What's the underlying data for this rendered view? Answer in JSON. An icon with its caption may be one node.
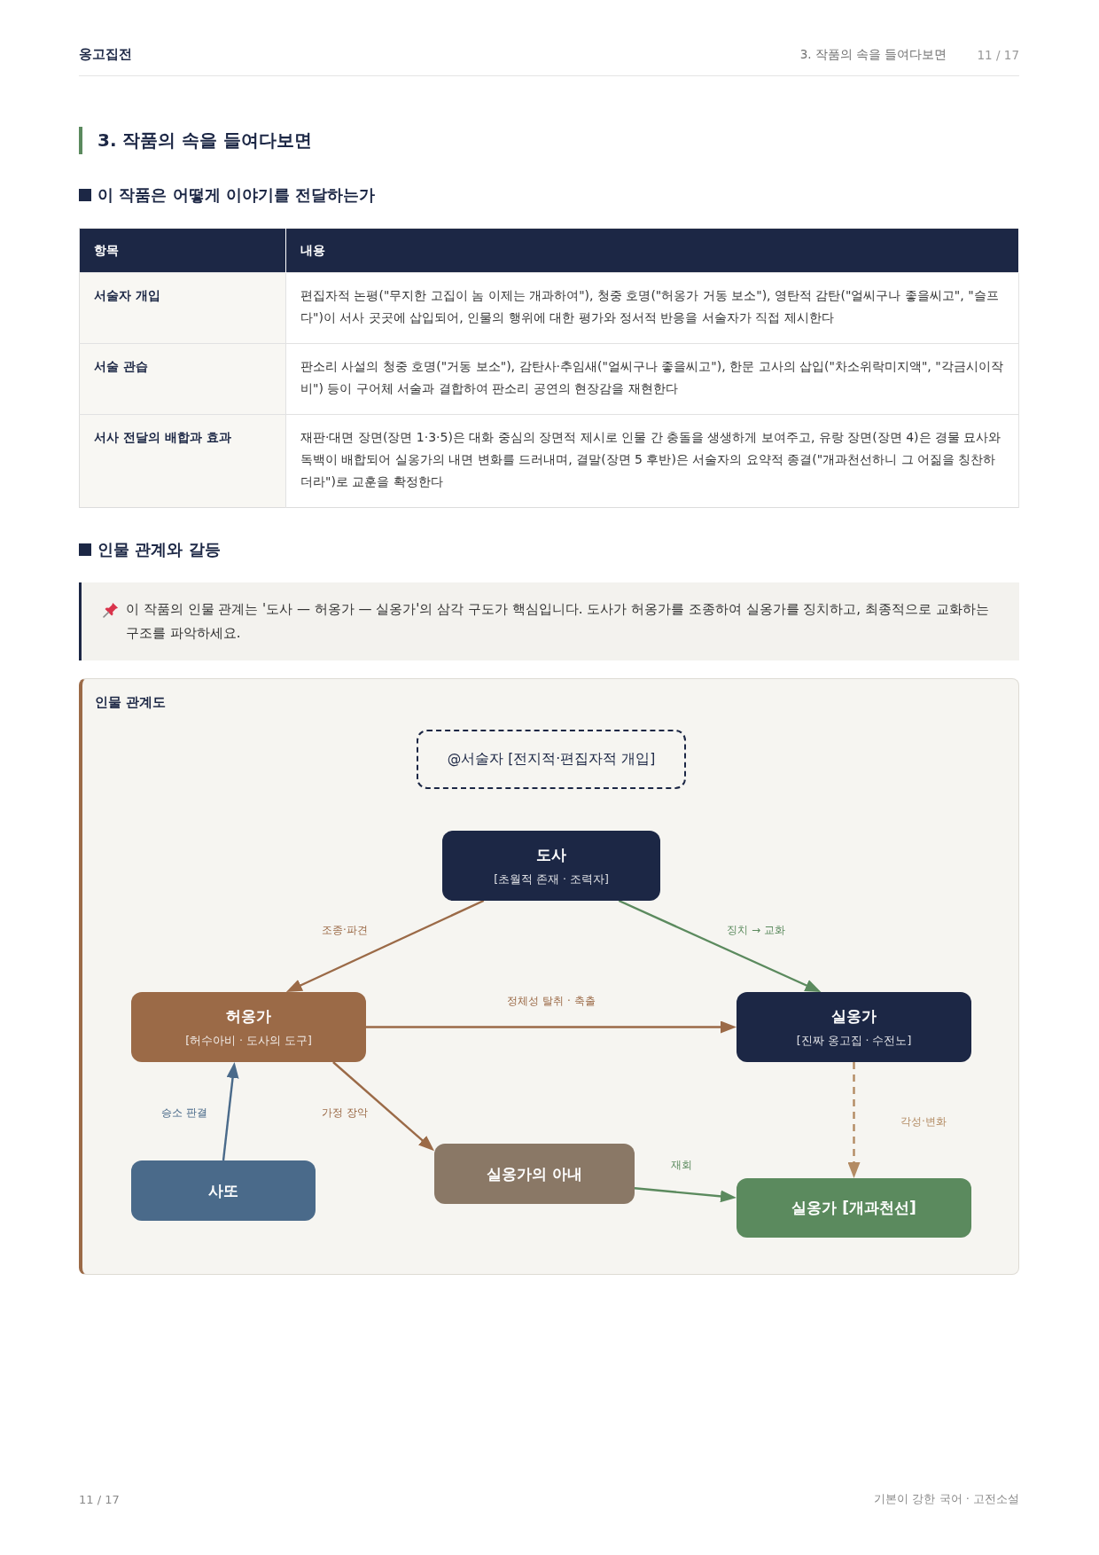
{
  "diagram": {
    "title": "3. 작품의 속을 들여다보면",
    "nodes": [
      {
        "text": [
          "인물 관계도"
        ]
      },
      {
        "text": [
          "@서술자 [전지적·편집자적 개입]"
        ],
        "in": 0
      },
      {
        "text": [
          "도사",
          "[초월적 존재 · 조력자]"
        ],
        "in": 0
      },
      {
        "text": [
          "허옹가",
          "[허수아비 · 도사의 도구]"
        ],
        "in": 0
      },
      {
        "text": [
          "실옹가",
          "[진짜 옹고집 · 수전노]"
        ],
        "in": 0
      },
      {
        "text": [
          "사또"
        ],
        "in": 0
      },
      {
        "text": [
          "실옹가의 아내"
        ],
        "in": 0
      },
      {
        "text": [
          "실옹가 [개과천선]"
        ],
        "in": 0
      }
    ],
    "edges": [
      {
        "from": 2,
        "to": 3,
        "arrow": "to",
        "label": "조종·파견"
      },
      {
        "from": 2,
        "to": 4,
        "arrow": "to",
        "label": "징치 → 교화",
        "color": "#5b8a5e"
      },
      {
        "from": 3,
        "to": 4,
        "arrow": "to",
        "label": "정체성 탈취 · 축출"
      },
      {
        "from": 5,
        "to": 3,
        "arrow": "to",
        "label": "승소 판결",
        "color": "#4a6a8a"
      },
      {
        "from": 3,
        "to": 6,
        "arrow": "to",
        "label": "가정 장악"
      },
      {
        "from": 6,
        "to": 7,
        "arrow": "to",
        "label": "재회",
        "color": "#5b8a5e"
      },
      {
        "from": 4,
        "to": 7,
        "arrow": "to",
        "label": "각성·변화",
        "style": "dashed",
        "color": "#b38b63"
      }
    ],
    "labels": [
      "옹고집전",
      "3. 작품의 속을 들여다보면",
      "11 / 17",
      "이 작품은 어떻게 이야기를 전달하는가",
      "항목",
      "내용",
      "서술자 개입",
      "편집자적 논평(\"무지한 고집이 놈 이제는 개과하여\"), 청중 호명(\"허옹가 거동 보소\"), 영탄적 감탄(\"얼씨구나 좋을씨고\", \"슬프다\")이 서사 곳곳에 삽입되어, 인물의 행위에 대한 평가와 정서적 반응을 서술자가 직접 제시한다",
      "서술 관습",
      "판소리 사설의 청중 호명(\"거동 보소\"), 감탄사·추임새(\"얼씨구나 좋을씨고\"), 한문 고사의 삽입(\"차소위락미지액\", \"각금시이작비\") 등이 구어체 서술과 결합하여 판소리 공연의 현장감을 재현한다",
      "서사 전달의 배합과 효과",
      "재판·대면 장면(장면 1·3·5)은 대화 중심의 장면적 제시로 인물 간 충돌을 생생하게 보여주고, 유랑 장면(장면 4)은 경물 묘사와 독백이 배합되어 실옹가의 내면 변화를 드러내며, 결말(장면 5 후반)은 서술자의 요약적 종결(\"개과천선하니 그 어짊을 칭찬하더라\")로 교훈을 확정한다",
      "인물 관계와 갈등",
      "이 작품의 인물 관계는 '도사 — 허옹가 — 실옹가'의 삼각 구도가 핵심입니다. 도사가 허옹가를 조종하여 실옹가를 징치하고, 최종적으로 교화하는 구조를 파악하세요.",
      "11 / 17",
      "기본이 강한 국어 · 고전소설"
    ]
  }
}
